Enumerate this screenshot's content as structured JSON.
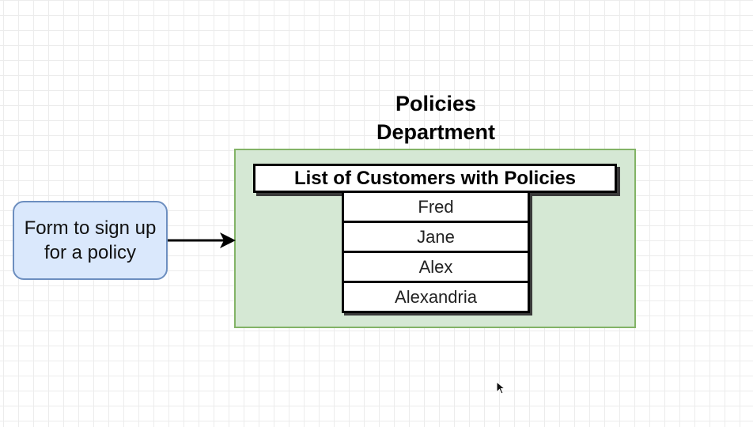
{
  "department": {
    "title_line1": "Policies",
    "title_line2": "Department"
  },
  "customer_list": {
    "header": "List of Customers with Policies",
    "rows": [
      "Fred",
      "Jane",
      "Alex",
      "Alexandria"
    ]
  },
  "form_node": {
    "label": "Form to sign up for a policy"
  },
  "colors": {
    "department_fill": "#d5e8d4",
    "department_stroke": "#82b366",
    "form_fill": "#dae8fc",
    "form_stroke": "#6c8ebf"
  },
  "icons": {
    "connector": "arrow-right-icon",
    "pointer": "mouse-cursor-icon"
  }
}
